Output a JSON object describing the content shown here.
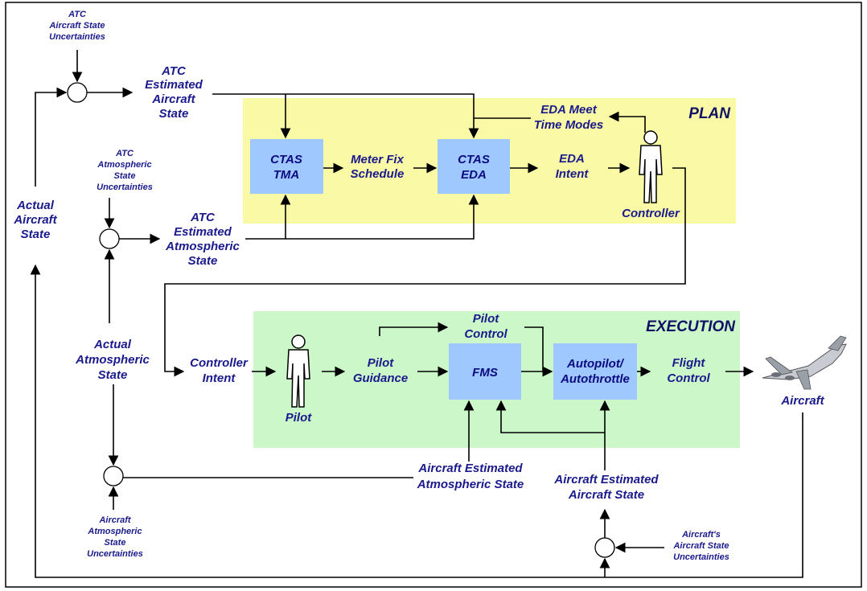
{
  "sections": {
    "plan": "PLAN",
    "execution": "EXECUTION"
  },
  "boxes": {
    "ctas_tma": [
      "CTAS",
      "TMA"
    ],
    "ctas_eda": [
      "CTAS",
      "EDA"
    ],
    "fms": "FMS",
    "autopilot": [
      "Autopilot/",
      "Autothrottle"
    ]
  },
  "labels": {
    "atc_aircraft_state_uncertainties": [
      "ATC",
      "Aircraft State",
      "Uncertainties"
    ],
    "atc_estimated_aircraft_state": [
      "ATC",
      "Estimated",
      "Aircraft",
      "State"
    ],
    "atc_atmospheric_state_uncertainties": [
      "ATC",
      "Atmospheric",
      "State",
      "Uncertainties"
    ],
    "atc_estimated_atmospheric_state": [
      "ATC",
      "Estimated",
      "Atmospheric",
      "State"
    ],
    "actual_aircraft_state": [
      "Actual",
      "Aircraft",
      "State"
    ],
    "actual_atmospheric_state": [
      "Actual",
      "Atmospheric",
      "State"
    ],
    "meter_fix_schedule": [
      "Meter Fix",
      "Schedule"
    ],
    "eda_meet_time_modes": [
      "EDA Meet",
      "Time Modes"
    ],
    "eda_intent": [
      "EDA",
      "Intent"
    ],
    "controller": "Controller",
    "controller_intent": [
      "Controller",
      "Intent"
    ],
    "pilot": "Pilot",
    "pilot_guidance": [
      "Pilot",
      "Guidance"
    ],
    "pilot_control": [
      "Pilot",
      "Control"
    ],
    "flight_control": [
      "Flight",
      "Control"
    ],
    "aircraft": "Aircraft",
    "aircraft_estimated_atmospheric_state": [
      "Aircraft Estimated",
      "Atmospheric State"
    ],
    "aircraft_estimated_aircraft_state": [
      "Aircraft Estimated",
      "Aircraft State"
    ],
    "aircraft_atmospheric_state_uncertainties": [
      "Aircraft",
      "Atmospheric",
      "State",
      "Uncertainties"
    ],
    "aircrafts_aircraft_state_uncertainties": [
      "Aircraft's",
      "Aircraft State",
      "Uncertainties"
    ]
  },
  "colors": {
    "plan_region": "#fafaa6",
    "execution_region": "#ccf7c8",
    "box_fill": "#9ec8ff",
    "label_text": "#1a1a8c"
  }
}
